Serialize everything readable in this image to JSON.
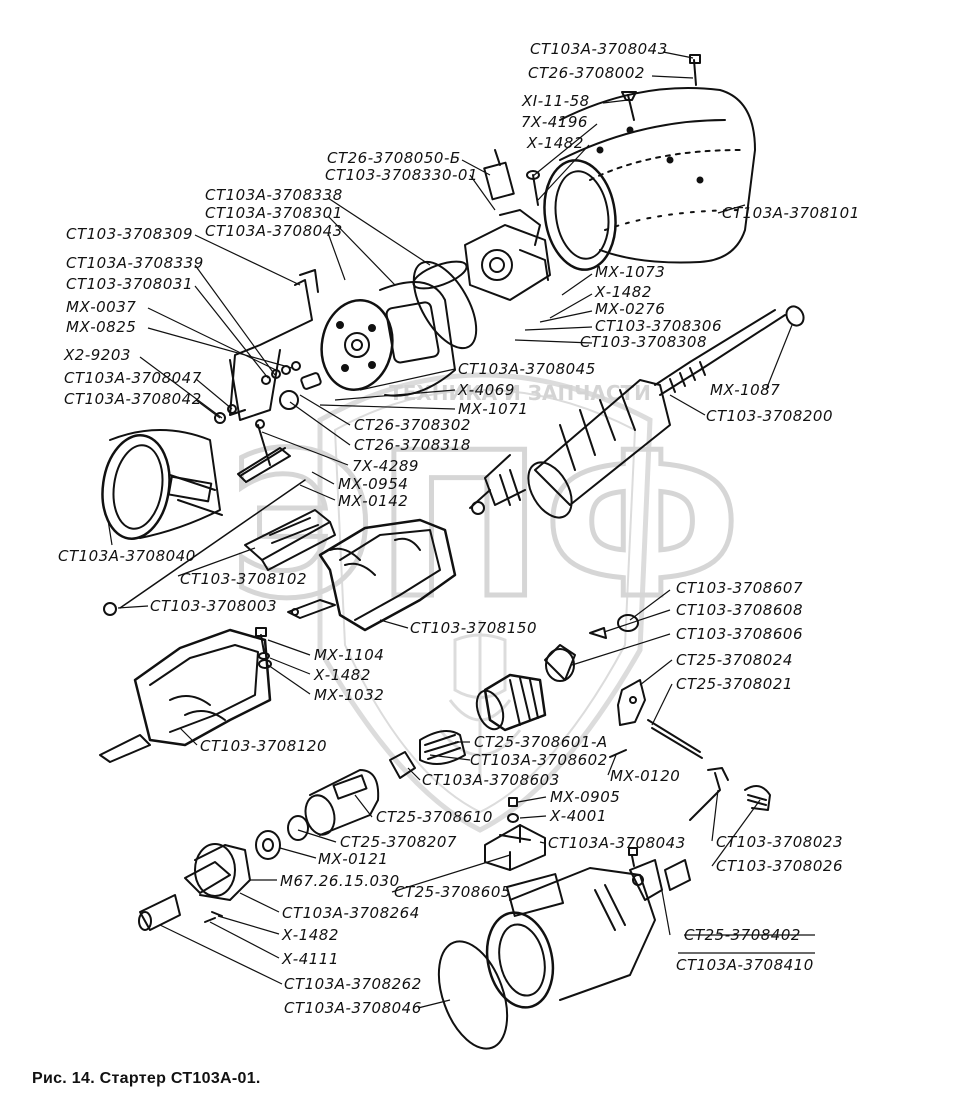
{
  "figure": {
    "caption": "Рис. 14. Стартер СТ103А-01.",
    "watermark_main": "ЭПФ",
    "watermark_sub": "ТЕХНИКА И ЗАПЧАСТИ",
    "ink_color": "#111111",
    "watermark_color": "#d8d8d8"
  },
  "labels": {
    "l01": "СТ103А-3708043",
    "l02": "СТ26-3708002",
    "l03": "XI-11-58",
    "l04": "7Х-4196",
    "l05": "Х-1482",
    "l06": "СТ26-3708050-Б",
    "l07": "СТ103-3708330-01",
    "l08": "СТ103А-3708338",
    "l09": "СТ103А-3708301",
    "l10": "СТ103А-3708043",
    "l11": "СТ103-3708309",
    "l12": "СТ103А-3708339",
    "l13": "СТ103-3708031",
    "l14": "МХ-0037",
    "l15": "МХ-0825",
    "l16": "Х2-9203",
    "l17": "СТ103А-3708047",
    "l18": "СТ103А-3708042",
    "l19": "СТ103А-3708101",
    "l20": "МХ-1073",
    "l21": "Х-1482",
    "l22": "МХ-0276",
    "l23": "СТ103-3708306",
    "l24": "СТ103-3708308",
    "l25": "СТ103А-3708045",
    "l26": "Х-4069",
    "l27": "МХ-1071",
    "l28": "СТ26-3708302",
    "l29": "СТ26-3708318",
    "l30": "7Х-4289",
    "l31": "МХ-0954",
    "l32": "МХ-0142",
    "l33": "МХ-1087",
    "l34": "СТ103-3708200",
    "l35": "СТ103А-3708040",
    "l36": "СТ103-3708102",
    "l37": "СТ103-3708003",
    "l38": "СТ103-3708150",
    "l39": "СТ103-3708607",
    "l40": "СТ103-3708608",
    "l41": "СТ103-3708606",
    "l42": "СТ25-3708024",
    "l43": "СТ25-3708021",
    "l44": "МХ-1104",
    "l45": "Х-1482",
    "l46": "МХ-1032",
    "l47": "СТ103-3708120",
    "l48": "СТ25-3708601-А",
    "l49": "СТ103А-3708602",
    "l50": "СТ103А-3708603",
    "l51": "МХ-0120",
    "l52": "МХ-0905",
    "l53": "Х-4001",
    "l54": "СТ25-3708610",
    "l55": "СТ25-3708207",
    "l56": "МХ-0121",
    "l57": "СТ103А-3708043",
    "l58": "СТ103-3708023",
    "l59": "СТ103-3708026",
    "l60": "М67.26.15.030",
    "l61": "СТ25-3708605",
    "l62": "СТ103А-3708264",
    "l63": "Х-1482",
    "l64": "Х-4111",
    "l65": "СТ25-3708402",
    "l66": "СТ103А-3708410",
    "l67": "СТ103А-3708262",
    "l68": "СТ103А-3708046"
  }
}
